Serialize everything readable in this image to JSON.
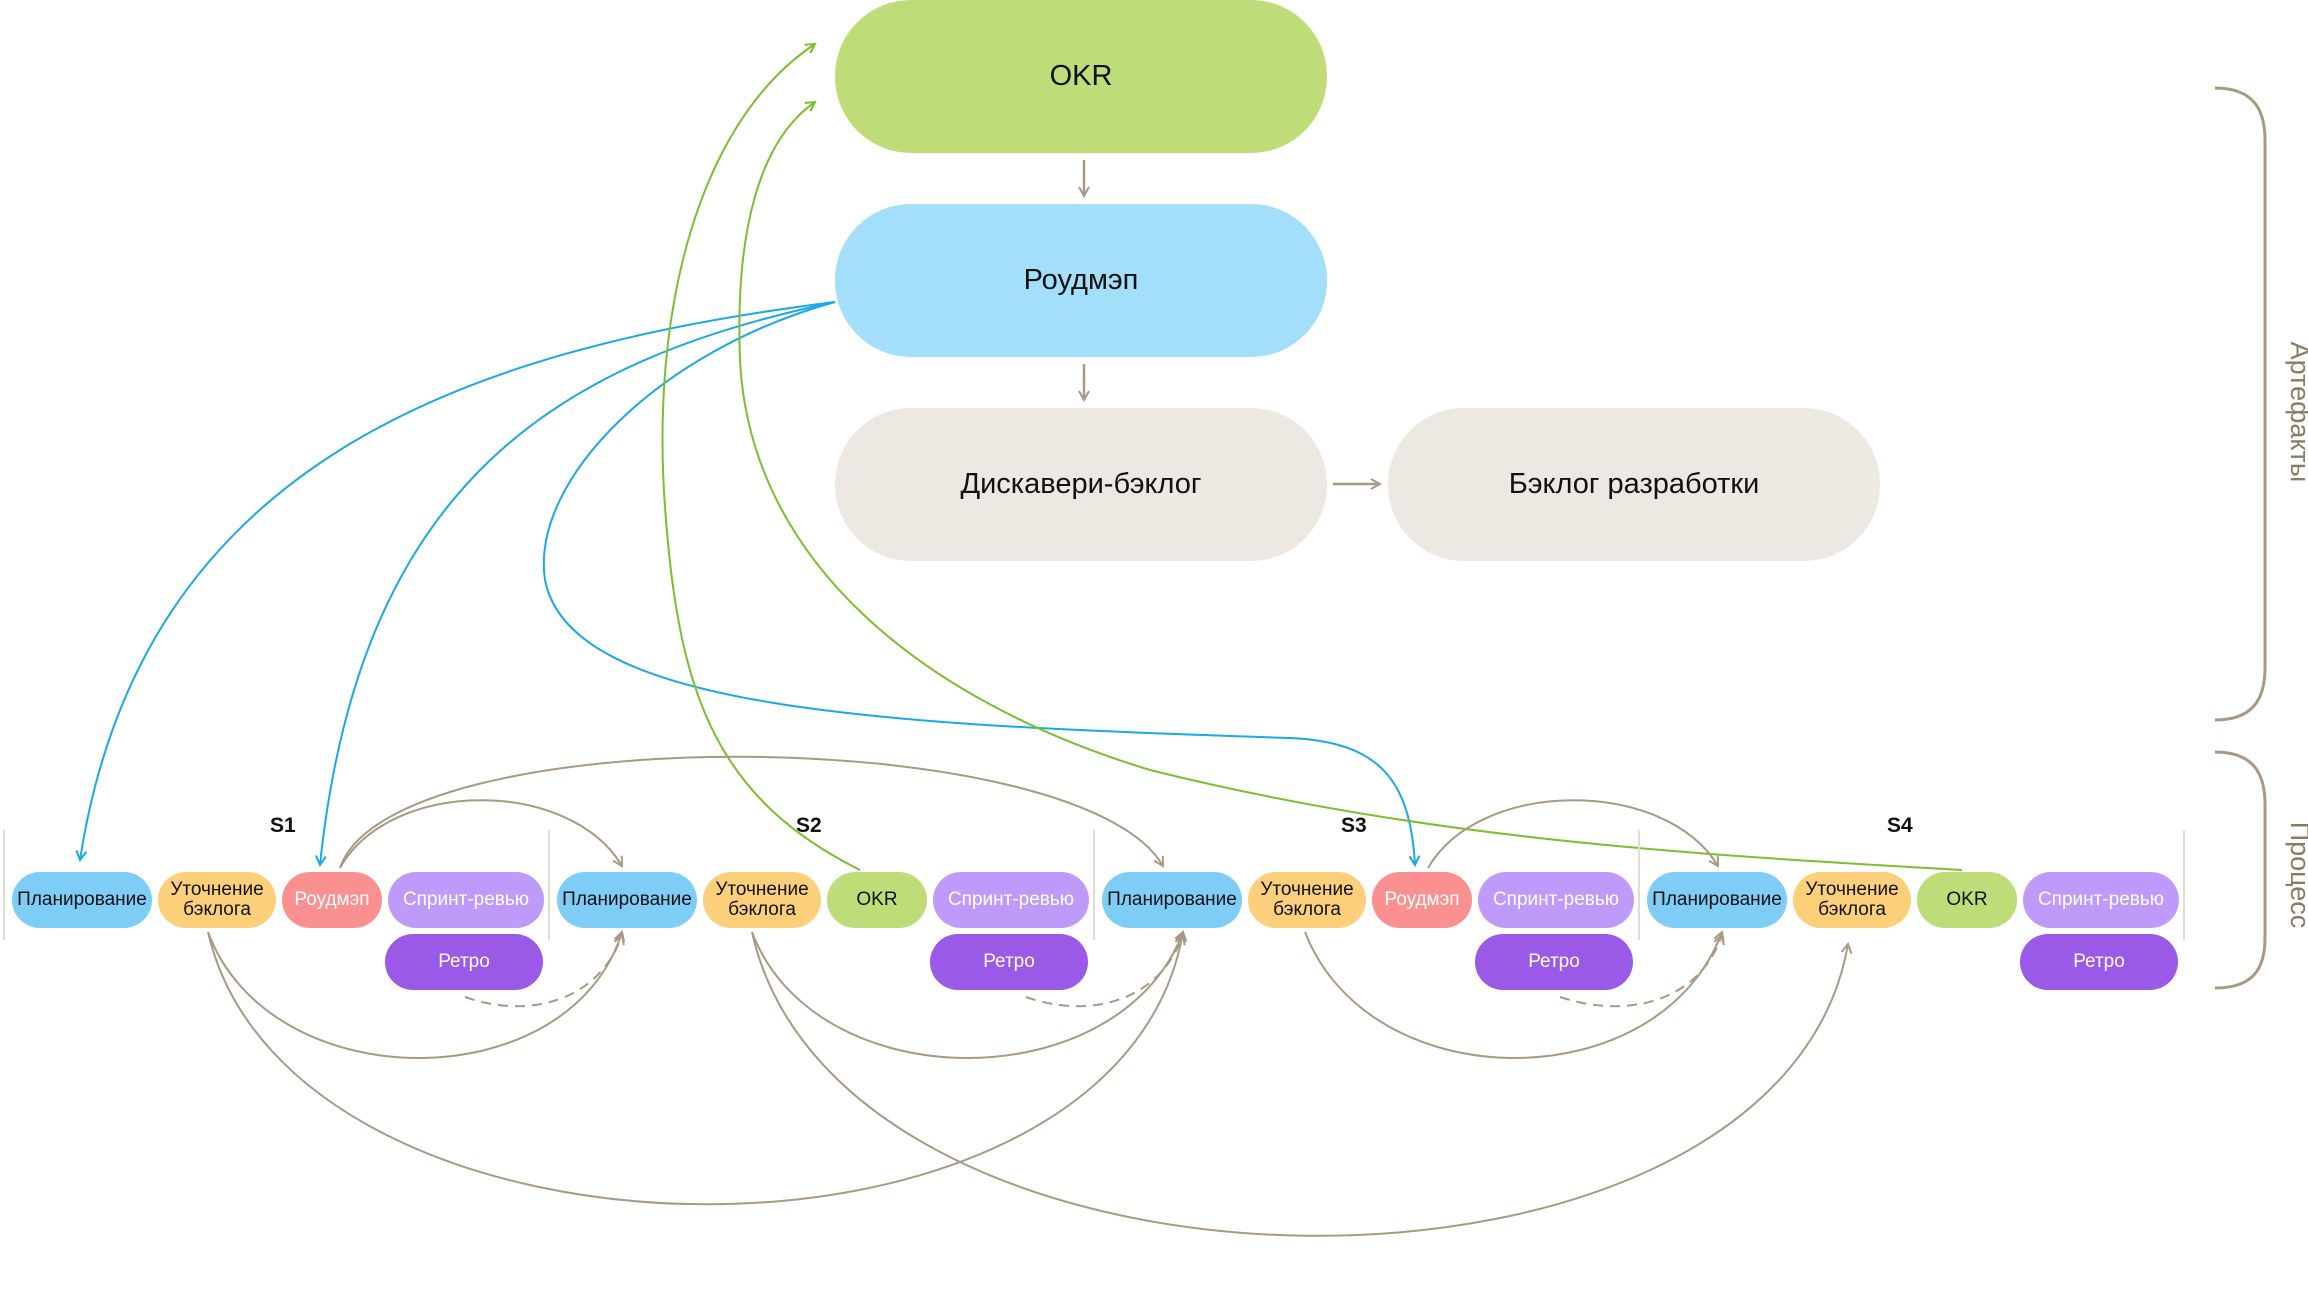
{
  "colors": {
    "okr": "#bedd78",
    "roadmap": "#a3defa",
    "backlog": "#ede8e1",
    "planning": "#7dcdf7",
    "refinement": "#fcd07a",
    "roadmap_event": "#fa9090",
    "review": "#be9afa",
    "retro": "#9b59e8",
    "arrow_brown": "#a89a82",
    "arrow_blue": "#1aa8e6",
    "arrow_green": "#7bbf2e",
    "bracket": "#a89a82"
  },
  "artifacts": {
    "okr": "OKR",
    "roadmap": "Роудмэп",
    "discovery_backlog": "Дискавери-бэклог",
    "dev_backlog": "Бэклог разработки"
  },
  "side_labels": {
    "artifacts": "Артефакты",
    "process": "Процесс"
  },
  "sprints": [
    {
      "label": "S1",
      "events": [
        {
          "type": "planning",
          "label": "Планирование"
        },
        {
          "type": "refinement",
          "label": "Уточнение\nбэклога"
        },
        {
          "type": "roadmap_event",
          "label": "Роудмэп"
        },
        {
          "type": "review",
          "label": "Спринт-ревью"
        }
      ],
      "retro": "Ретро"
    },
    {
      "label": "S2",
      "events": [
        {
          "type": "planning",
          "label": "Планирование"
        },
        {
          "type": "refinement",
          "label": "Уточнение\nбэклога"
        },
        {
          "type": "okr",
          "label": "OKR"
        },
        {
          "type": "review",
          "label": "Спринт-ревью"
        }
      ],
      "retro": "Ретро"
    },
    {
      "label": "S3",
      "events": [
        {
          "type": "planning",
          "label": "Планирование"
        },
        {
          "type": "refinement",
          "label": "Уточнение\nбэклога"
        },
        {
          "type": "roadmap_event",
          "label": "Роудмэп"
        },
        {
          "type": "review",
          "label": "Спринт-ревью"
        }
      ],
      "retro": "Ретро"
    },
    {
      "label": "S4",
      "events": [
        {
          "type": "planning",
          "label": "Планирование"
        },
        {
          "type": "refinement",
          "label": "Уточнение\nбэклога"
        },
        {
          "type": "okr",
          "label": "OKR"
        },
        {
          "type": "review",
          "label": "Спринт-ревью"
        }
      ],
      "retro": "Ретро"
    }
  ]
}
